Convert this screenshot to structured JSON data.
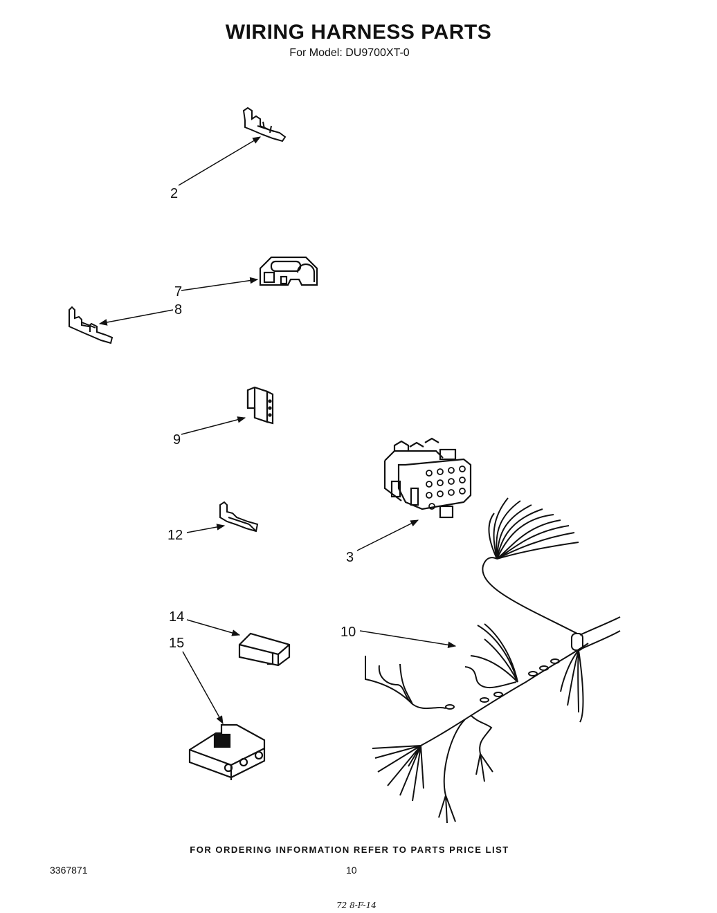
{
  "header": {
    "title": "WIRING HARNESS PARTS",
    "subtitle": "For Model: DU9700XT-0"
  },
  "callouts": [
    {
      "id": "2",
      "label": "2",
      "part": "terminal"
    },
    {
      "id": "7",
      "label": "7",
      "part": "connector-housing"
    },
    {
      "id": "8",
      "label": "8",
      "part": "terminal"
    },
    {
      "id": "9",
      "label": "9",
      "part": "connector-block"
    },
    {
      "id": "12",
      "label": "12",
      "part": "terminal"
    },
    {
      "id": "3",
      "label": "3",
      "part": "multi-pin-connector"
    },
    {
      "id": "10",
      "label": "10",
      "part": "wiring-harness"
    },
    {
      "id": "14",
      "label": "14",
      "part": "connector-housing"
    },
    {
      "id": "15",
      "label": "15",
      "part": "connector-housing"
    }
  ],
  "footer": {
    "ordering_note": "FOR ORDERING INFORMATION REFER TO PARTS PRICE LIST",
    "doc_number": "3367871",
    "page_number": "10",
    "handwritten": "72 8-F-14"
  }
}
